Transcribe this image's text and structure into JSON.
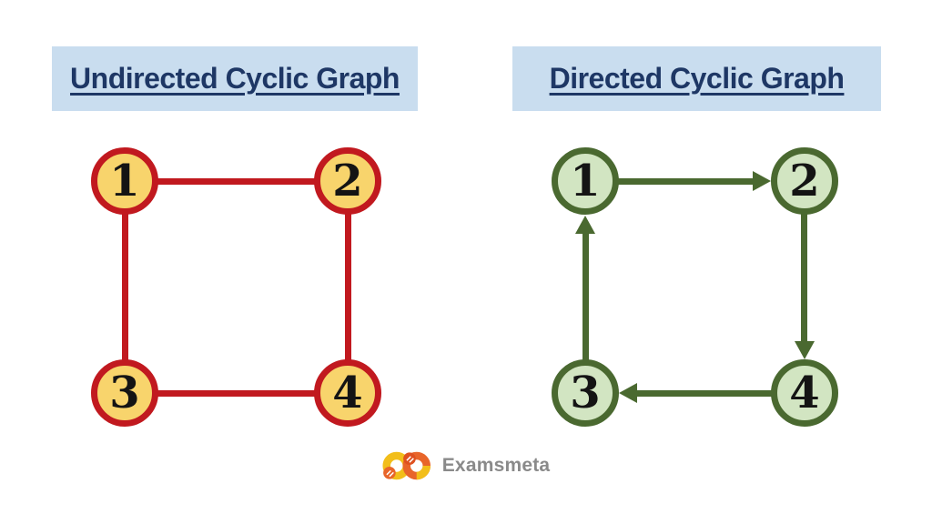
{
  "panels": {
    "left": {
      "title": "Undirected Cyclic Graph",
      "graph_type": "undirected",
      "nodes": [
        {
          "label": "1"
        },
        {
          "label": "2"
        },
        {
          "label": "3"
        },
        {
          "label": "4"
        }
      ],
      "edges": [
        "1 — 2",
        "1 — 3",
        "2 — 4",
        "3 — 4"
      ]
    },
    "right": {
      "title": "Directed Cyclic Graph",
      "graph_type": "directed",
      "nodes": [
        {
          "label": "1"
        },
        {
          "label": "2"
        },
        {
          "label": "3"
        },
        {
          "label": "4"
        }
      ],
      "edges": [
        "1 → 2",
        "2 → 4",
        "4 → 3",
        "3 → 1"
      ]
    }
  },
  "footer": {
    "brand": "Examsmeta"
  },
  "colors": {
    "red_edge": "#C1191F",
    "yellow_node": "#F8D46C",
    "green_edge": "#4A6930",
    "green_node": "#D2E5C2",
    "title_navy": "#1E3765",
    "banner_blue": "#C9DDEF",
    "label_black": "#141414",
    "logo_orange": "#E8652A",
    "logo_orange_dark": "#DE5120",
    "logo_yellow": "#F2BE1A",
    "brand_gray": "#8A8A8A"
  }
}
